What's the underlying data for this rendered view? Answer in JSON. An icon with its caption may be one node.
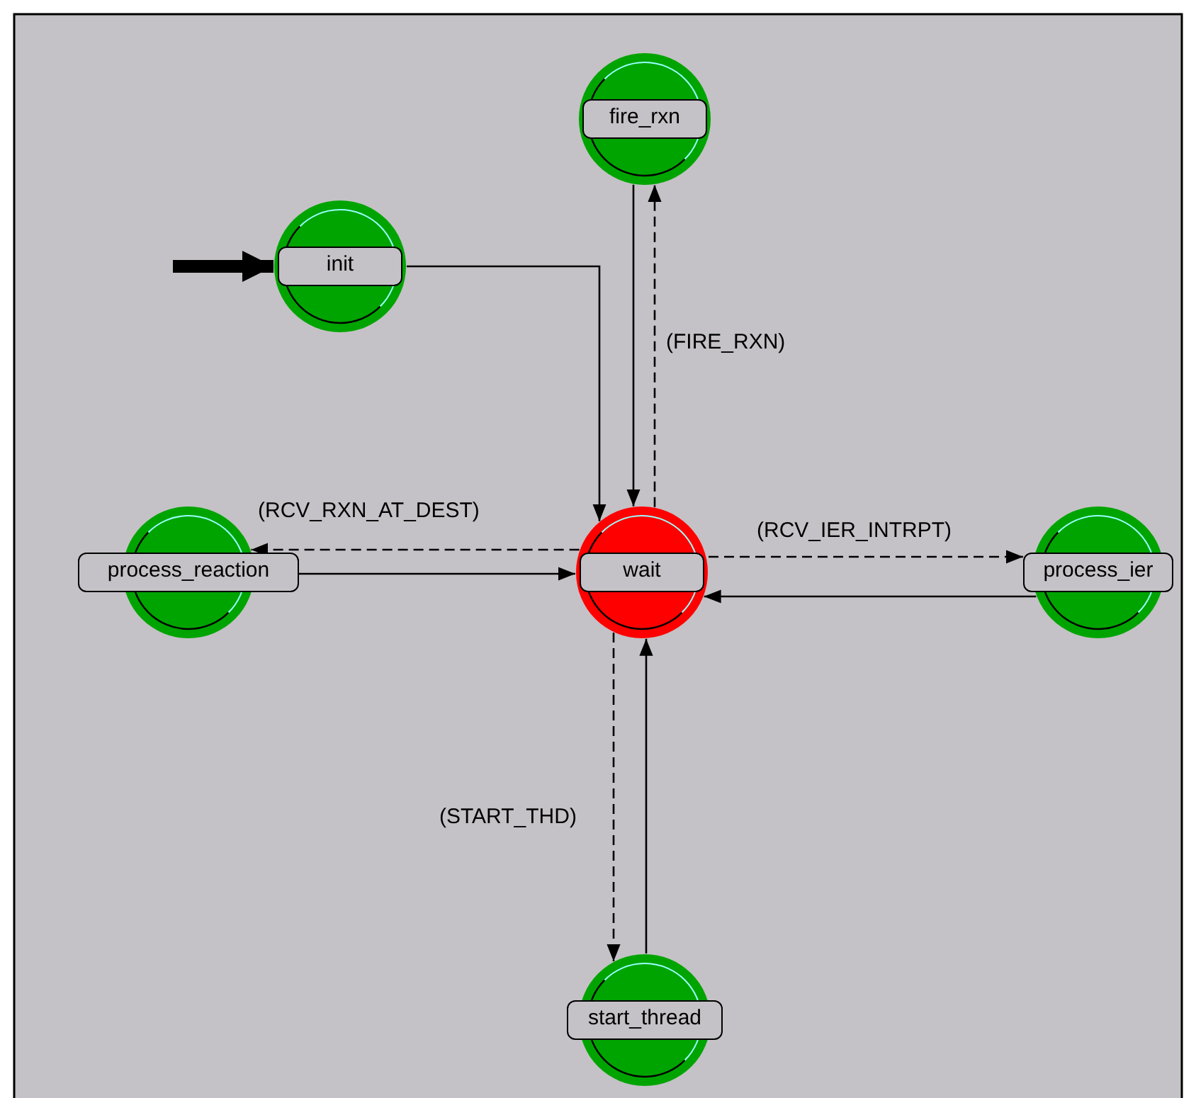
{
  "diagram": {
    "nodes": [
      {
        "text": [
          "fire_rxn"
        ]
      },
      {
        "text": [
          "init"
        ]
      },
      {
        "text": [
          "process_reaction"
        ]
      },
      {
        "text": [
          "wait"
        ]
      },
      {
        "text": [
          "process_ier"
        ]
      },
      {
        "text": [
          "start_thread"
        ]
      }
    ],
    "edges": [
      {
        "from": null,
        "to": 1,
        "arrow": "to",
        "style": "thick"
      },
      {
        "from": 1,
        "to": 3,
        "arrow": "to"
      },
      {
        "from": 0,
        "to": 3,
        "arrow": "to"
      },
      {
        "from": 3,
        "to": 0,
        "arrow": "to",
        "style": "dashed",
        "label": "(FIRE_RXN)"
      },
      {
        "from": 3,
        "to": 2,
        "arrow": "to",
        "style": "dashed",
        "label": "(RCV_RXN_AT_DEST)"
      },
      {
        "from": 2,
        "to": 3,
        "arrow": "to"
      },
      {
        "from": 3,
        "to": 4,
        "arrow": "to",
        "style": "dashed",
        "label": "(RCV_IER_INTRPT)"
      },
      {
        "from": 4,
        "to": 3,
        "arrow": "to"
      },
      {
        "from": 3,
        "to": 5,
        "arrow": "to",
        "style": "dashed",
        "label": "(START_THD)"
      },
      {
        "from": 5,
        "to": 3,
        "arrow": "to"
      }
    ]
  }
}
